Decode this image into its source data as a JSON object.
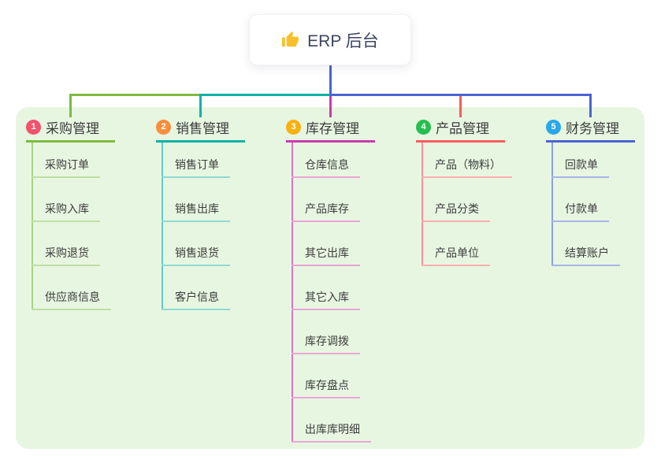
{
  "root": {
    "label": "ERP 后台",
    "icon": "thumbs-up-icon",
    "icon_color": "#f9bf2c",
    "box_background": "#ffffff",
    "text_color": "#3d4560"
  },
  "canvas": {
    "background": "#ffffff",
    "panel_background": "#e7f6e1",
    "root_line_color": "#4b63d3"
  },
  "branches": [
    {
      "badge": "1",
      "title": "采购管理",
      "badge_color": "#f4516c",
      "line_color": "#7eba40",
      "trunk_color": "#a9d384",
      "child_line_color": "#bedfa4",
      "children": [
        "采购订单",
        "采购入库",
        "采购退货",
        "供应商信息"
      ]
    },
    {
      "badge": "2",
      "title": "销售管理",
      "badge_color": "#f98e3d",
      "line_color": "#10b3a6",
      "trunk_color": "#62ccc2",
      "child_line_color": "#8fd9d1",
      "children": [
        "销售订单",
        "销售出库",
        "销售退货",
        "客户信息"
      ]
    },
    {
      "badge": "3",
      "title": "库存管理",
      "badge_color": "#f9b011",
      "line_color": "#c93bac",
      "trunk_color": "#dc74c6",
      "child_line_color": "#eba5d6",
      "children": [
        "仓库信息",
        "产品库存",
        "其它出库",
        "其它入库",
        "库存调拨",
        "库存盘点",
        "出库库明细"
      ]
    },
    {
      "badge": "4",
      "title": "产品管理",
      "badge_color": "#26bf4f",
      "line_color": "#f75c5e",
      "trunk_color": "#fa9193",
      "child_line_color": "#fcaeb0",
      "children": [
        "产品（物料）",
        "产品分类",
        "产品单位"
      ]
    },
    {
      "badge": "5",
      "title": "财务管理",
      "badge_color": "#2aa7e8",
      "line_color": "#4b63d3",
      "trunk_color": "#8d9fdd",
      "child_line_color": "#a6b4e6",
      "children": [
        "回款单",
        "付款单",
        "结算账户"
      ]
    }
  ]
}
